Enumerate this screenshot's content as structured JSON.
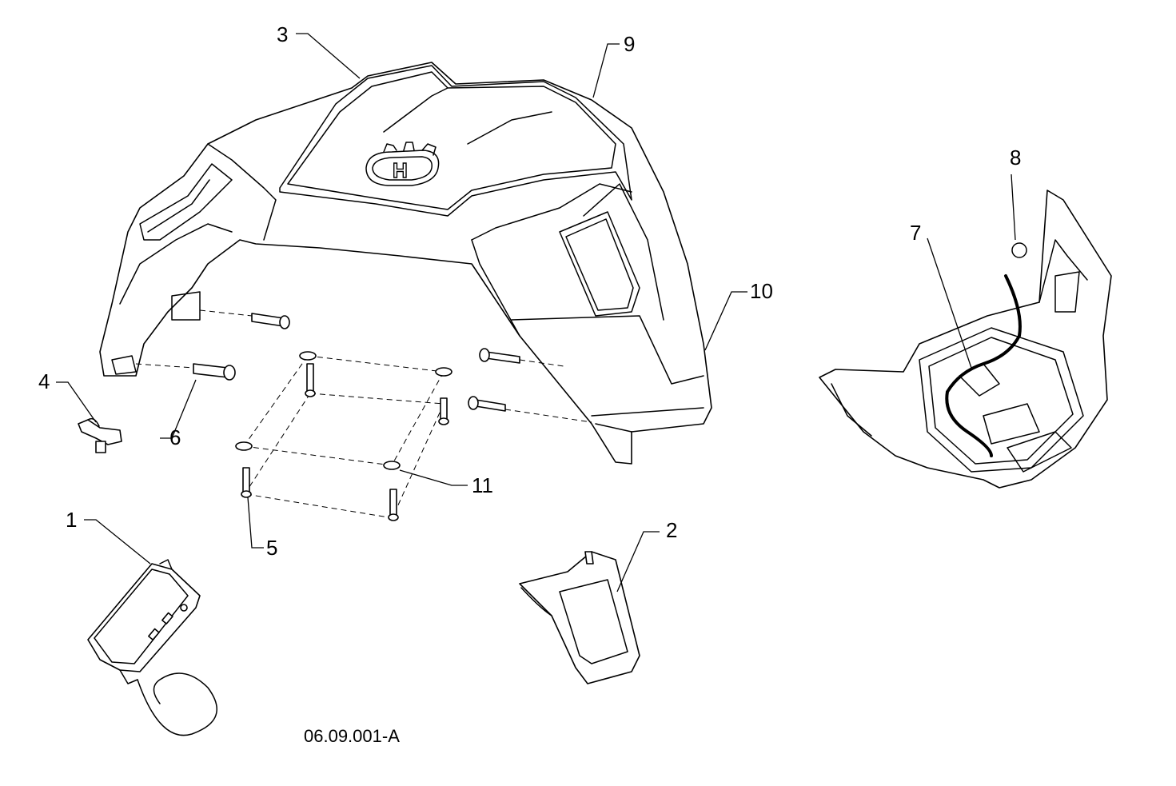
{
  "diagram": {
    "drawing_number": "06.09.001-A",
    "callouts": {
      "c1": "1",
      "c2": "2",
      "c3": "3",
      "c4": "4",
      "c5": "5",
      "c6": "6",
      "c7": "7",
      "c8": "8",
      "c9": "9",
      "c10": "10",
      "c11": "11"
    },
    "logo_text": "H"
  }
}
